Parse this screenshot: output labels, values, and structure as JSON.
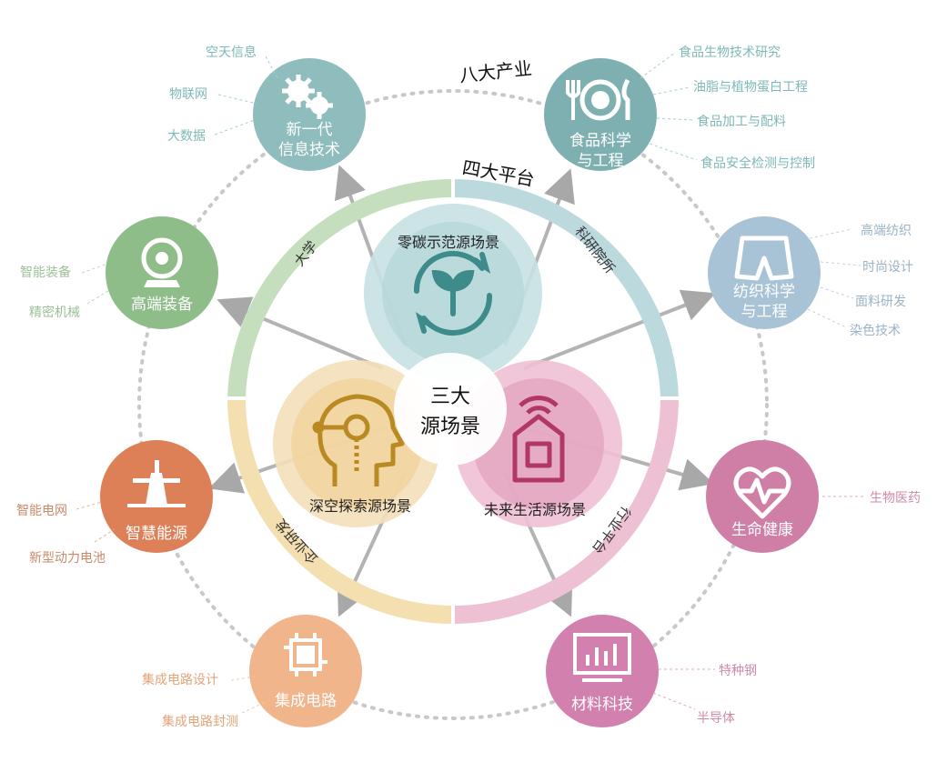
{
  "titles": {
    "eight_industries": "八大产业",
    "four_platforms": "四大平台"
  },
  "center": {
    "line1": "三大",
    "line2": "源场景"
  },
  "scenes": {
    "zero_carbon": "零碳示范源场景",
    "deep_space": "深空探索源场景",
    "future_life": "未来生活源场景"
  },
  "platforms": {
    "university": "大学",
    "research": "科研院所",
    "enterprise": "企业研发",
    "industry": "行业平台"
  },
  "industries": {
    "it": {
      "line1": "新一代",
      "line2": "信息技术",
      "tags": [
        "空天信息",
        "物联网",
        "大数据"
      ]
    },
    "food": {
      "line1": "食品科学",
      "line2": "与工程",
      "tags": [
        "食品生物技术研究",
        "油脂与植物蛋白工程",
        "食品加工与配料",
        "食品安全检测与控制"
      ]
    },
    "equip": {
      "line1": "高端装备",
      "tags": [
        "智能装备",
        "精密机械"
      ]
    },
    "textile": {
      "line1": "纺织科学",
      "line2": "与工程",
      "tags": [
        "高端纺织",
        "时尚设计",
        "面料研发",
        "染色技术"
      ]
    },
    "energy": {
      "line1": "智慧能源",
      "tags": [
        "智能电网",
        "新型动力电池"
      ]
    },
    "health": {
      "line1": "生命健康",
      "tags": [
        "生物医药"
      ]
    },
    "circuit": {
      "line1": "集成电路",
      "tags": [
        "集成电路设计",
        "集成电路封测"
      ]
    },
    "material": {
      "line1": "材料科技",
      "tags": [
        "特种钢",
        "半导体"
      ]
    }
  },
  "colors": {
    "it": "#8fbcbc",
    "food": "#7fb0b1",
    "equip": "#8fbd8a",
    "textile": "#a9c3d6",
    "energy": "#dd7f57",
    "health": "#cf7fa5",
    "circuit": "#f0b58a",
    "material": "#d280ad",
    "ring_green": "#c5dfbe",
    "ring_blue": "#bcd9de",
    "ring_yellow": "#f3dfb0",
    "ring_pink": "#eec0d3"
  }
}
